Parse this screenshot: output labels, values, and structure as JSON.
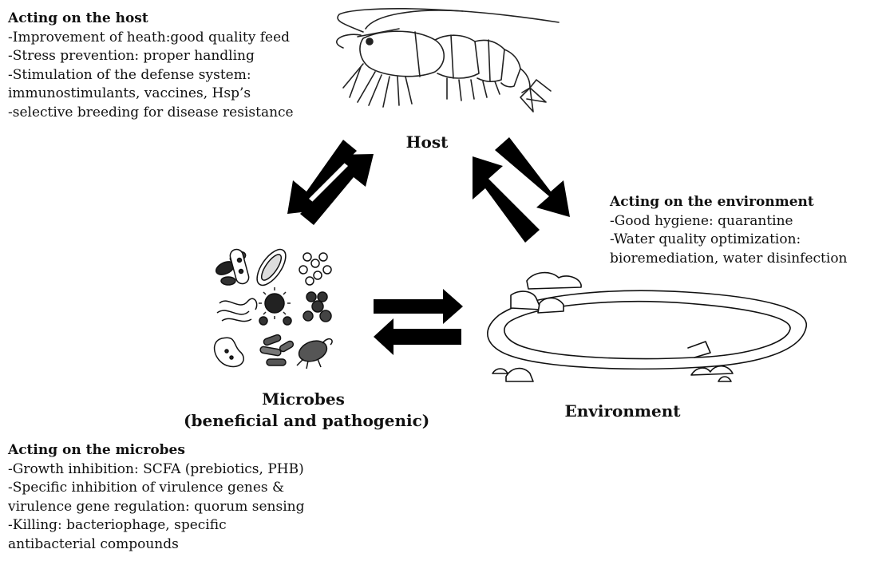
{
  "host_actions": {
    "heading": "Acting on the host",
    "lines": [
      "-Improvement of heath:good quality feed",
      "-Stress prevention: proper handling",
      "-Stimulation of the defense system:",
      "immunostimulants, vaccines, Hsp’s",
      "-selective breeding for disease resistance"
    ]
  },
  "environment_actions": {
    "heading": "Acting on the environment",
    "lines": [
      "-Good hygiene: quarantine",
      "-Water quality optimization:",
      "bioremediation, water disinfection"
    ]
  },
  "microbe_actions": {
    "heading": "Acting on the microbes",
    "lines": [
      "-Growth inhibition: SCFA (prebiotics, PHB)",
      "-Specific inhibition of virulence genes &",
      "virulence gene regulation: quorum sensing",
      "-Killing: bacteriophage, specific",
      "antibacterial compounds"
    ]
  },
  "nodes": {
    "host": "Host",
    "microbes_line1": "Microbes",
    "microbes_line2": "(beneficial and pathogenic)",
    "environment": "Environment"
  },
  "icons": {
    "host": "shrimp-illustration",
    "microbes": "microbes-illustration",
    "environment": "pond-illustration"
  }
}
